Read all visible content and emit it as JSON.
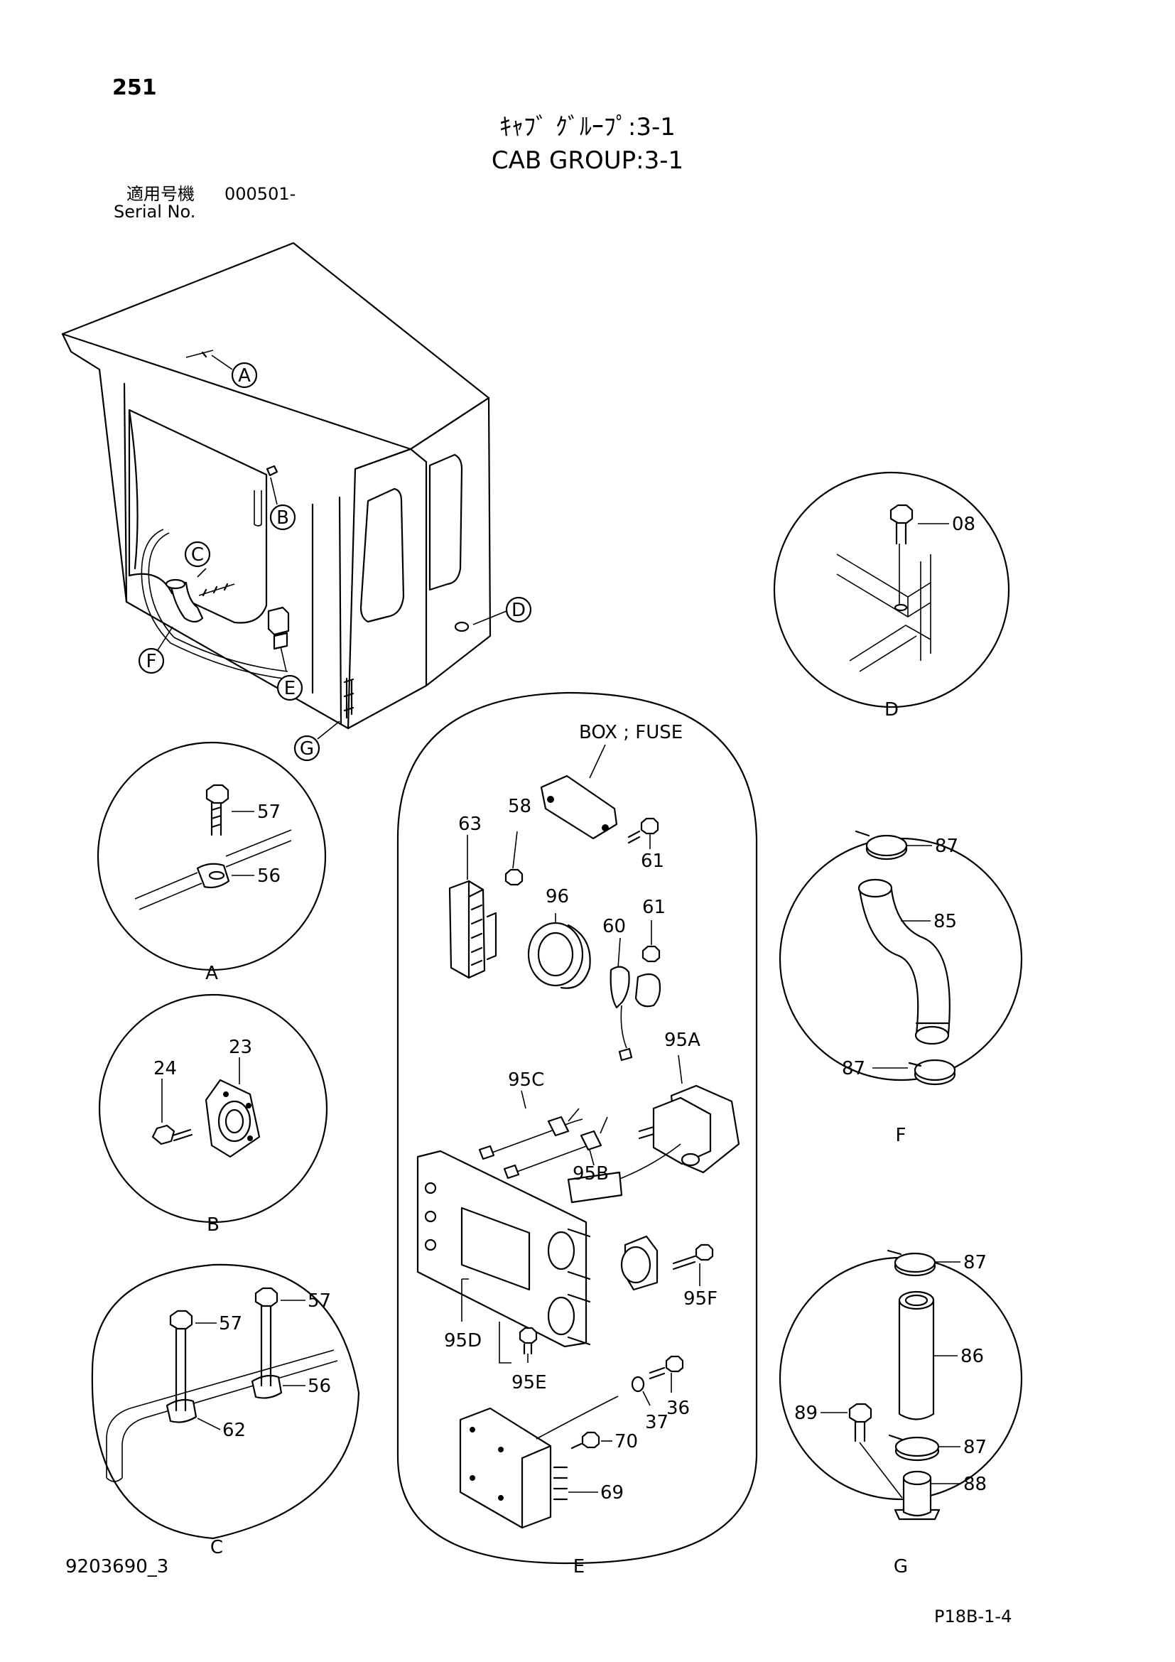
{
  "page": {
    "page_number": "251",
    "title_jp": "ｷｬﾌﾞ ｸﾞﾙｰﾌﾟ:3-1",
    "title_en": "CAB GROUP:3-1",
    "serial_label_jp": "適用号機",
    "serial_value": "000501-",
    "serial_label_en": "Serial No.",
    "drawing_number": "9203690_3",
    "page_code": "P18B-1-4"
  },
  "cab_markers": [
    "A",
    "B",
    "C",
    "D",
    "E",
    "F",
    "G"
  ],
  "details": {
    "A": {
      "caption": "A",
      "parts": [
        "57",
        "56"
      ]
    },
    "B": {
      "caption": "B",
      "parts": [
        "24",
        "23"
      ]
    },
    "C": {
      "caption": "C",
      "parts": [
        "57",
        "57",
        "56",
        "62"
      ]
    },
    "D": {
      "caption": "D",
      "parts": [
        "08"
      ]
    },
    "E": {
      "caption": "E",
      "box_label": "BOX ; FUSE",
      "parts": [
        "63",
        "58",
        "61",
        "96",
        "60",
        "61",
        "95A",
        "95C",
        "95B",
        "95D",
        "95F",
        "95E",
        "36",
        "37",
        "70",
        "69"
      ]
    },
    "F": {
      "caption": "F",
      "parts": [
        "87",
        "85",
        "87"
      ]
    },
    "G": {
      "caption": "G",
      "parts": [
        "87",
        "86",
        "89",
        "87",
        "88"
      ]
    }
  }
}
